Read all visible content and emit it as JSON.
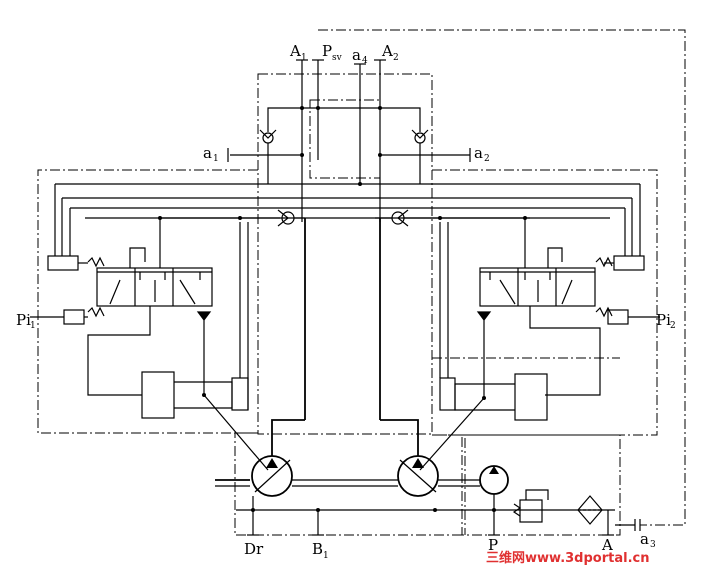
{
  "ports": {
    "A1": {
      "main": "A",
      "sub": "1"
    },
    "Psv": {
      "main": "P",
      "sub": "sv"
    },
    "a4": {
      "main": "a",
      "sub": "4"
    },
    "A2": {
      "main": "A",
      "sub": "2"
    },
    "a1": {
      "main": "a",
      "sub": "1"
    },
    "a2": {
      "main": "a",
      "sub": "2"
    },
    "Pi1": {
      "main": "Pi",
      "sub": "1"
    },
    "Pi2": {
      "main": "Pi",
      "sub": "2"
    },
    "Dr": {
      "main": "Dr",
      "sub": ""
    },
    "B1": {
      "main": "B",
      "sub": "1"
    },
    "P": {
      "main": "P",
      "sub": ""
    },
    "A": {
      "main": "A",
      "sub": ""
    },
    "a3": {
      "main": "a",
      "sub": "3"
    }
  },
  "watermark": "三维网www.3dportal.cn",
  "colors": {
    "line": "#000000",
    "watermark": "#e03030",
    "background": "#ffffff"
  }
}
